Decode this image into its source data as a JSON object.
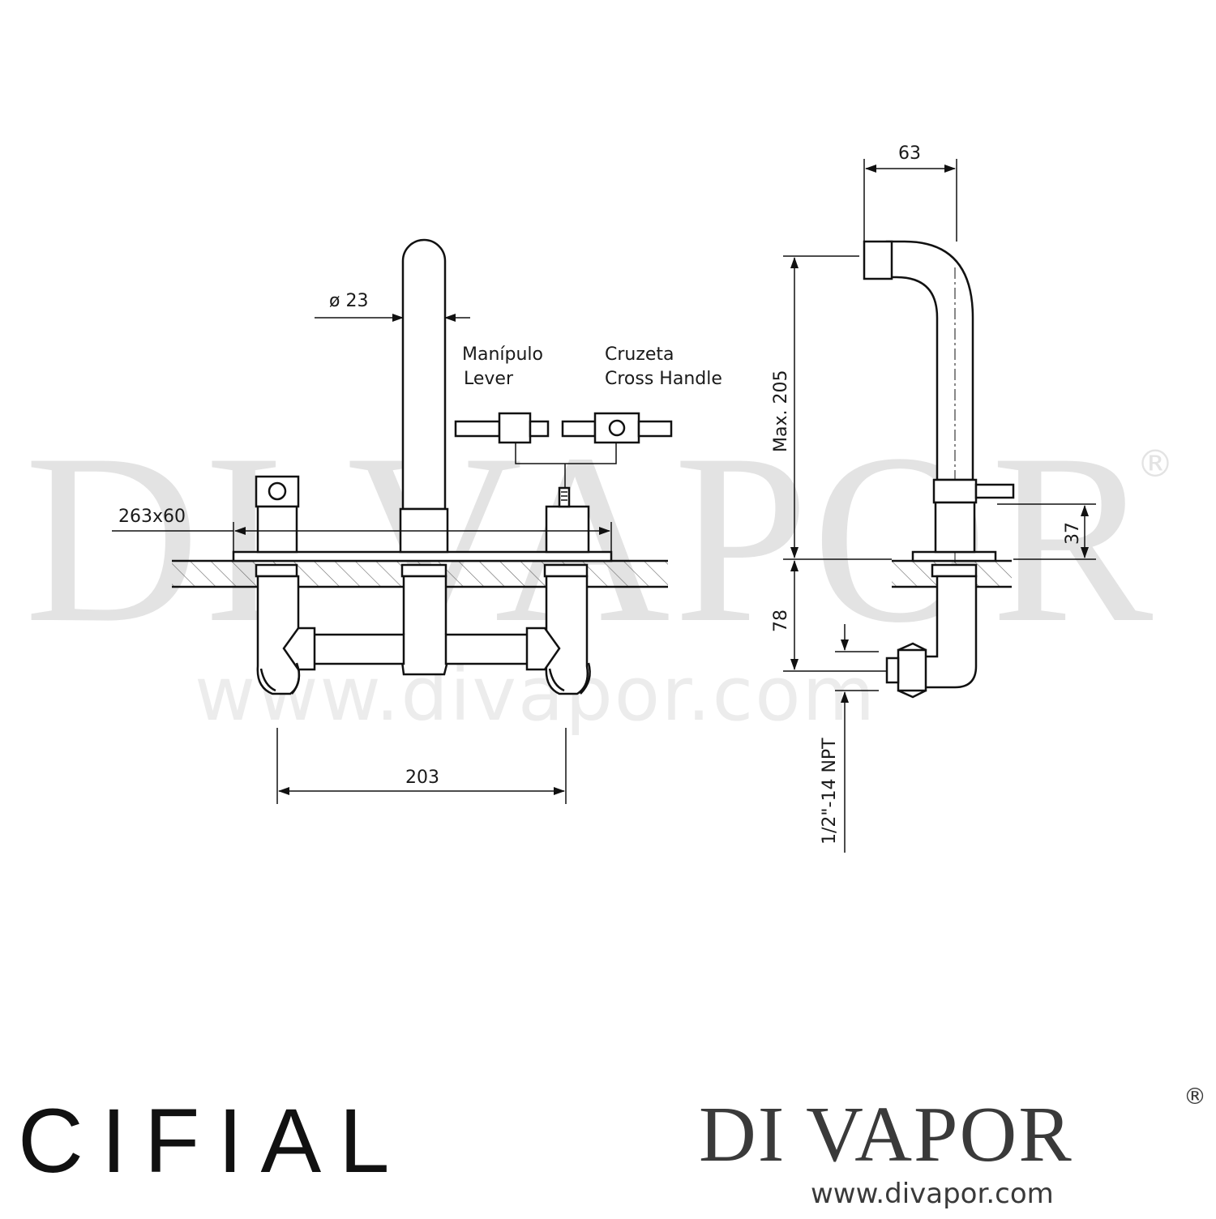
{
  "watermark": {
    "brand": "DI VAPOR",
    "registered": "®",
    "url": "www.divapor.com"
  },
  "dimensions": {
    "spout_diameter": "ø 23",
    "plate_size": "263x60",
    "handle_centers": "203",
    "reach": "63",
    "max_height": "Max. 205",
    "handle_height": "37",
    "below_deck": "78",
    "connection": "1/2\"-14 NPT"
  },
  "handles": {
    "lever_pt": "Manípulo",
    "lever_en": "Lever",
    "cross_pt": "Cruzeta",
    "cross_en": "Cross Handle"
  },
  "footer": {
    "manufacturer_logo": "CIFIAL",
    "retailer_logo": "DI VAPOR",
    "retailer_registered": "®",
    "retailer_url": "www.divapor.com"
  }
}
